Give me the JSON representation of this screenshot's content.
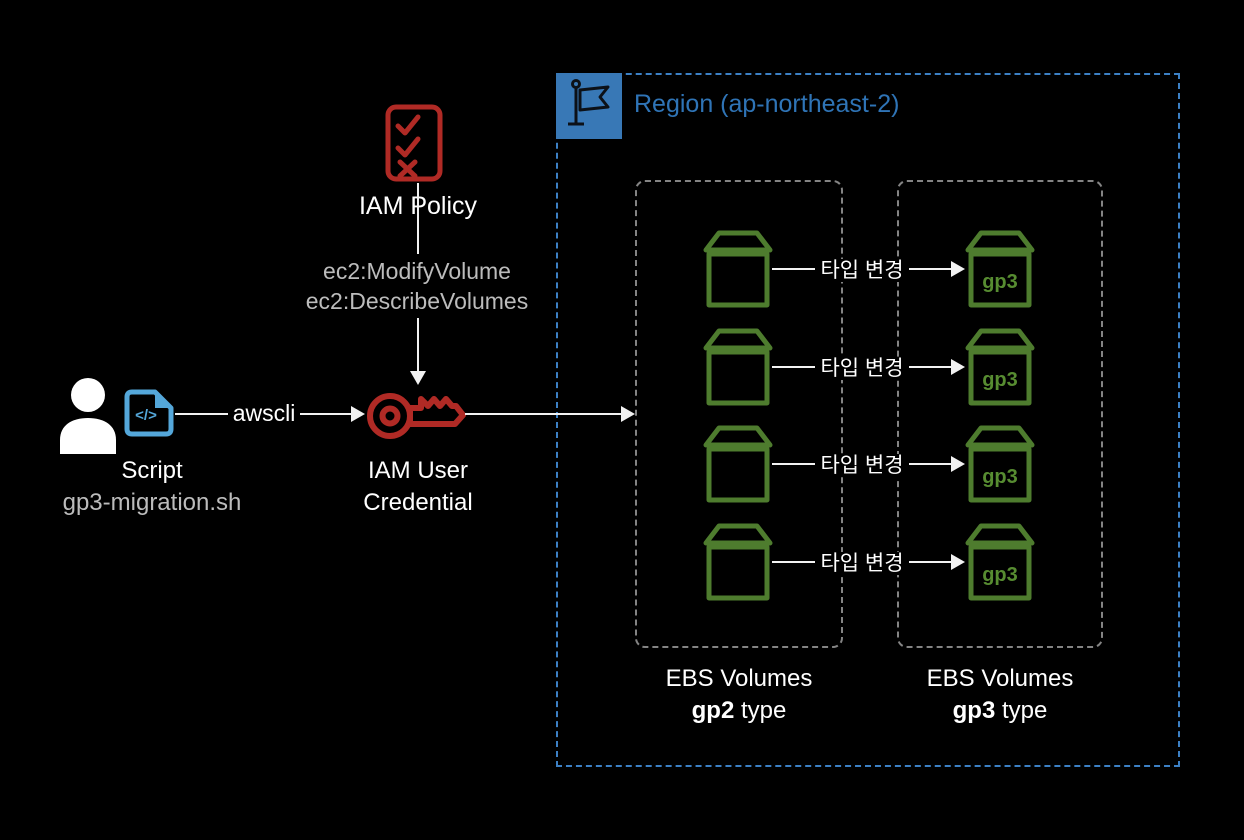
{
  "diagram": {
    "nodes": {
      "script": {
        "title": "Script",
        "subtitle": "gp3-migration.sh",
        "glyph": "</>"
      },
      "iam_policy": {
        "title": "IAM Policy",
        "permissions": [
          "ec2:ModifyVolume",
          "ec2:DescribeVolumes"
        ]
      },
      "iam_user": {
        "line1": "IAM User",
        "line2": "Credential"
      }
    },
    "edges": {
      "awscli": "awscli"
    },
    "region": {
      "label": "Region (ap-northeast-2)"
    },
    "groups": {
      "gp2": {
        "line1": "EBS Volumes",
        "type": "gp2",
        "suffix": " type"
      },
      "gp3": {
        "line1": "EBS Volumes",
        "type": "gp3",
        "suffix": " type",
        "volume_text": "gp3"
      }
    },
    "rows": [
      {
        "label": "타입 변경"
      },
      {
        "label": "타입 변경"
      },
      {
        "label": "타입 변경"
      },
      {
        "label": "타입 변경"
      }
    ],
    "colors": {
      "background": "#000000",
      "red_accent": "#b02a25",
      "green_volume": "#4e7c2e",
      "blue_script": "#54a7da",
      "blue_region_border": "#3c80c4",
      "blue_region_fill": "#3878b6",
      "blue_region_text": "#2f74b6",
      "gray_dashed": "#848484",
      "gray_text": "#bcbcbc",
      "white": "#ffffff"
    }
  }
}
